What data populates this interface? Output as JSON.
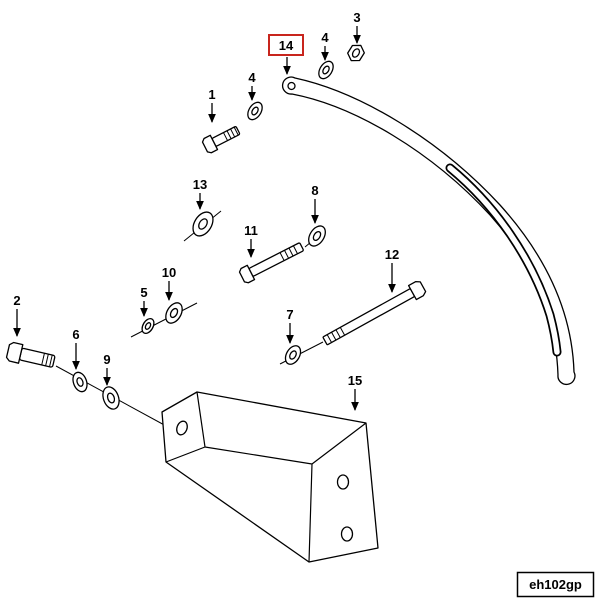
{
  "diagram": {
    "code": "eh102gp",
    "colors": {
      "highlight": "#c8251d",
      "line": "#000000",
      "background": "#ffffff"
    },
    "callouts": [
      {
        "label": "1"
      },
      {
        "label": "2"
      },
      {
        "label": "3"
      },
      {
        "label": "4"
      },
      {
        "label": "4"
      },
      {
        "label": "5"
      },
      {
        "label": "6"
      },
      {
        "label": "7"
      },
      {
        "label": "8"
      },
      {
        "label": "9"
      },
      {
        "label": "10"
      },
      {
        "label": "11"
      },
      {
        "label": "12"
      },
      {
        "label": "13"
      },
      {
        "label": "14",
        "highlighted": true
      },
      {
        "label": "15"
      }
    ]
  }
}
